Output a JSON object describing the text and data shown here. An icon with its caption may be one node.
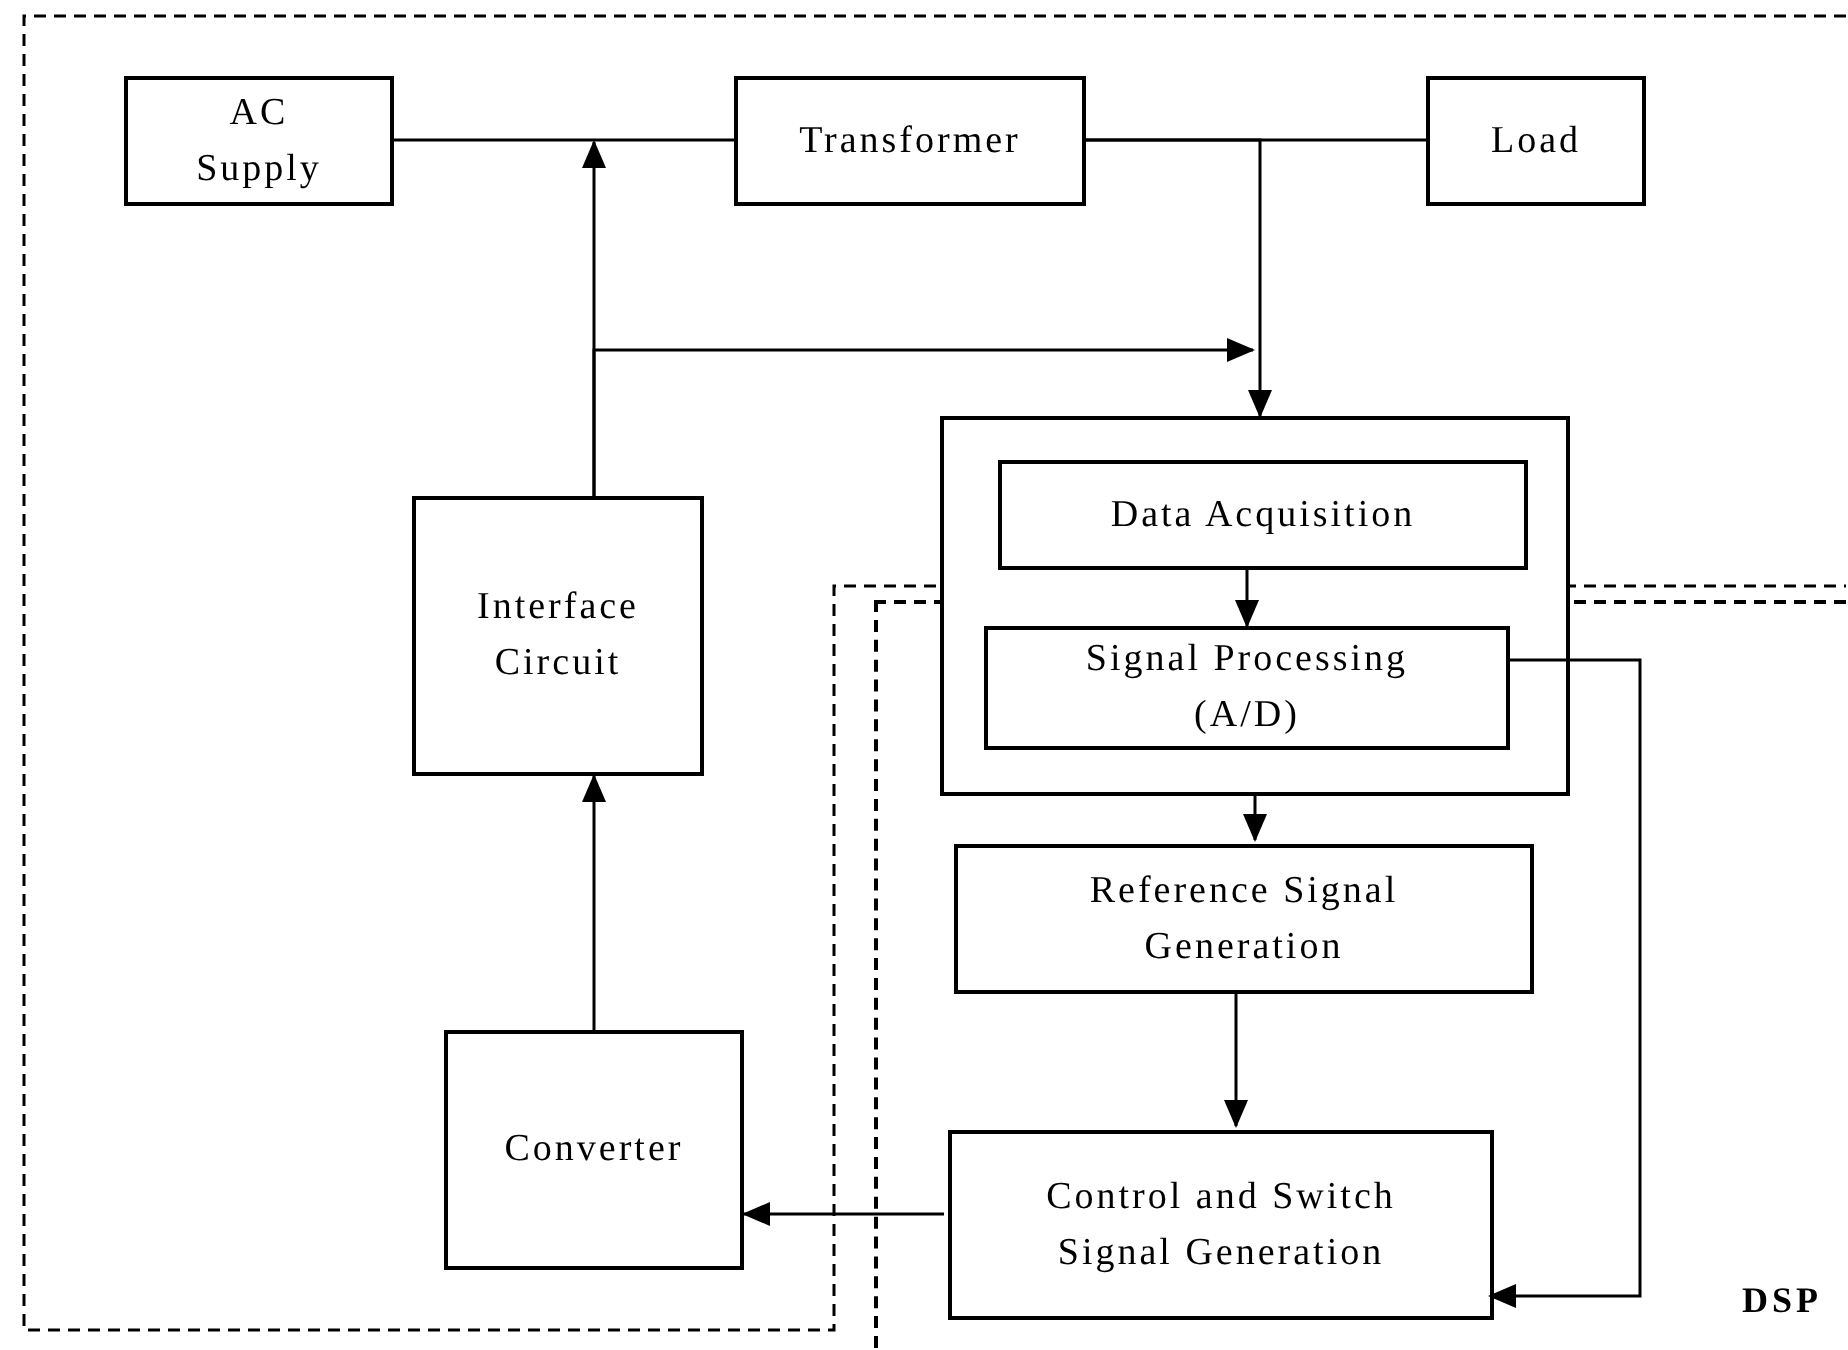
{
  "diagram": {
    "nodes": [
      {
        "text": [
          "AC Supply"
        ]
      },
      {
        "text": [
          "Transformer"
        ]
      },
      {
        "text": [
          "Load"
        ]
      },
      {
        "text": [],
        "shape": "box"
      },
      {
        "text": [
          "Data Acquisition"
        ],
        "in": 3
      },
      {
        "text": [
          "Signal Processing (A/D)"
        ]
      },
      {
        "text": [
          "Interface Circuit"
        ]
      },
      {
        "text": [
          "DSP"
        ]
      },
      {
        "text": [
          "Reference Signal Generation"
        ],
        "in": 7
      },
      {
        "text": [
          "Converter"
        ]
      },
      {
        "text": [
          "Control and Switch Signal Generation"
        ],
        "in": 7
      }
    ],
    "edges": [
      {
        "from": 0,
        "to": 1,
        "arrow": "none"
      },
      {
        "from": 1,
        "to": 2,
        "arrow": "none"
      },
      {
        "from": 6,
        "to": null,
        "arrow": "to"
      },
      {
        "from": 1,
        "to": 3,
        "arrow": "to"
      },
      {
        "from": 6,
        "to": 3,
        "arrow": "to"
      },
      {
        "from": 4,
        "to": 5,
        "arrow": "to"
      },
      {
        "from": 3,
        "to": 8,
        "arrow": "to"
      },
      {
        "from": 8,
        "to": 10,
        "arrow": "to"
      },
      {
        "from": 10,
        "to": 9,
        "arrow": "to"
      },
      {
        "from": 5,
        "to": 10,
        "arrow": "to"
      },
      {
        "from": 9,
        "to": 6,
        "arrow": "to"
      }
    ]
  }
}
